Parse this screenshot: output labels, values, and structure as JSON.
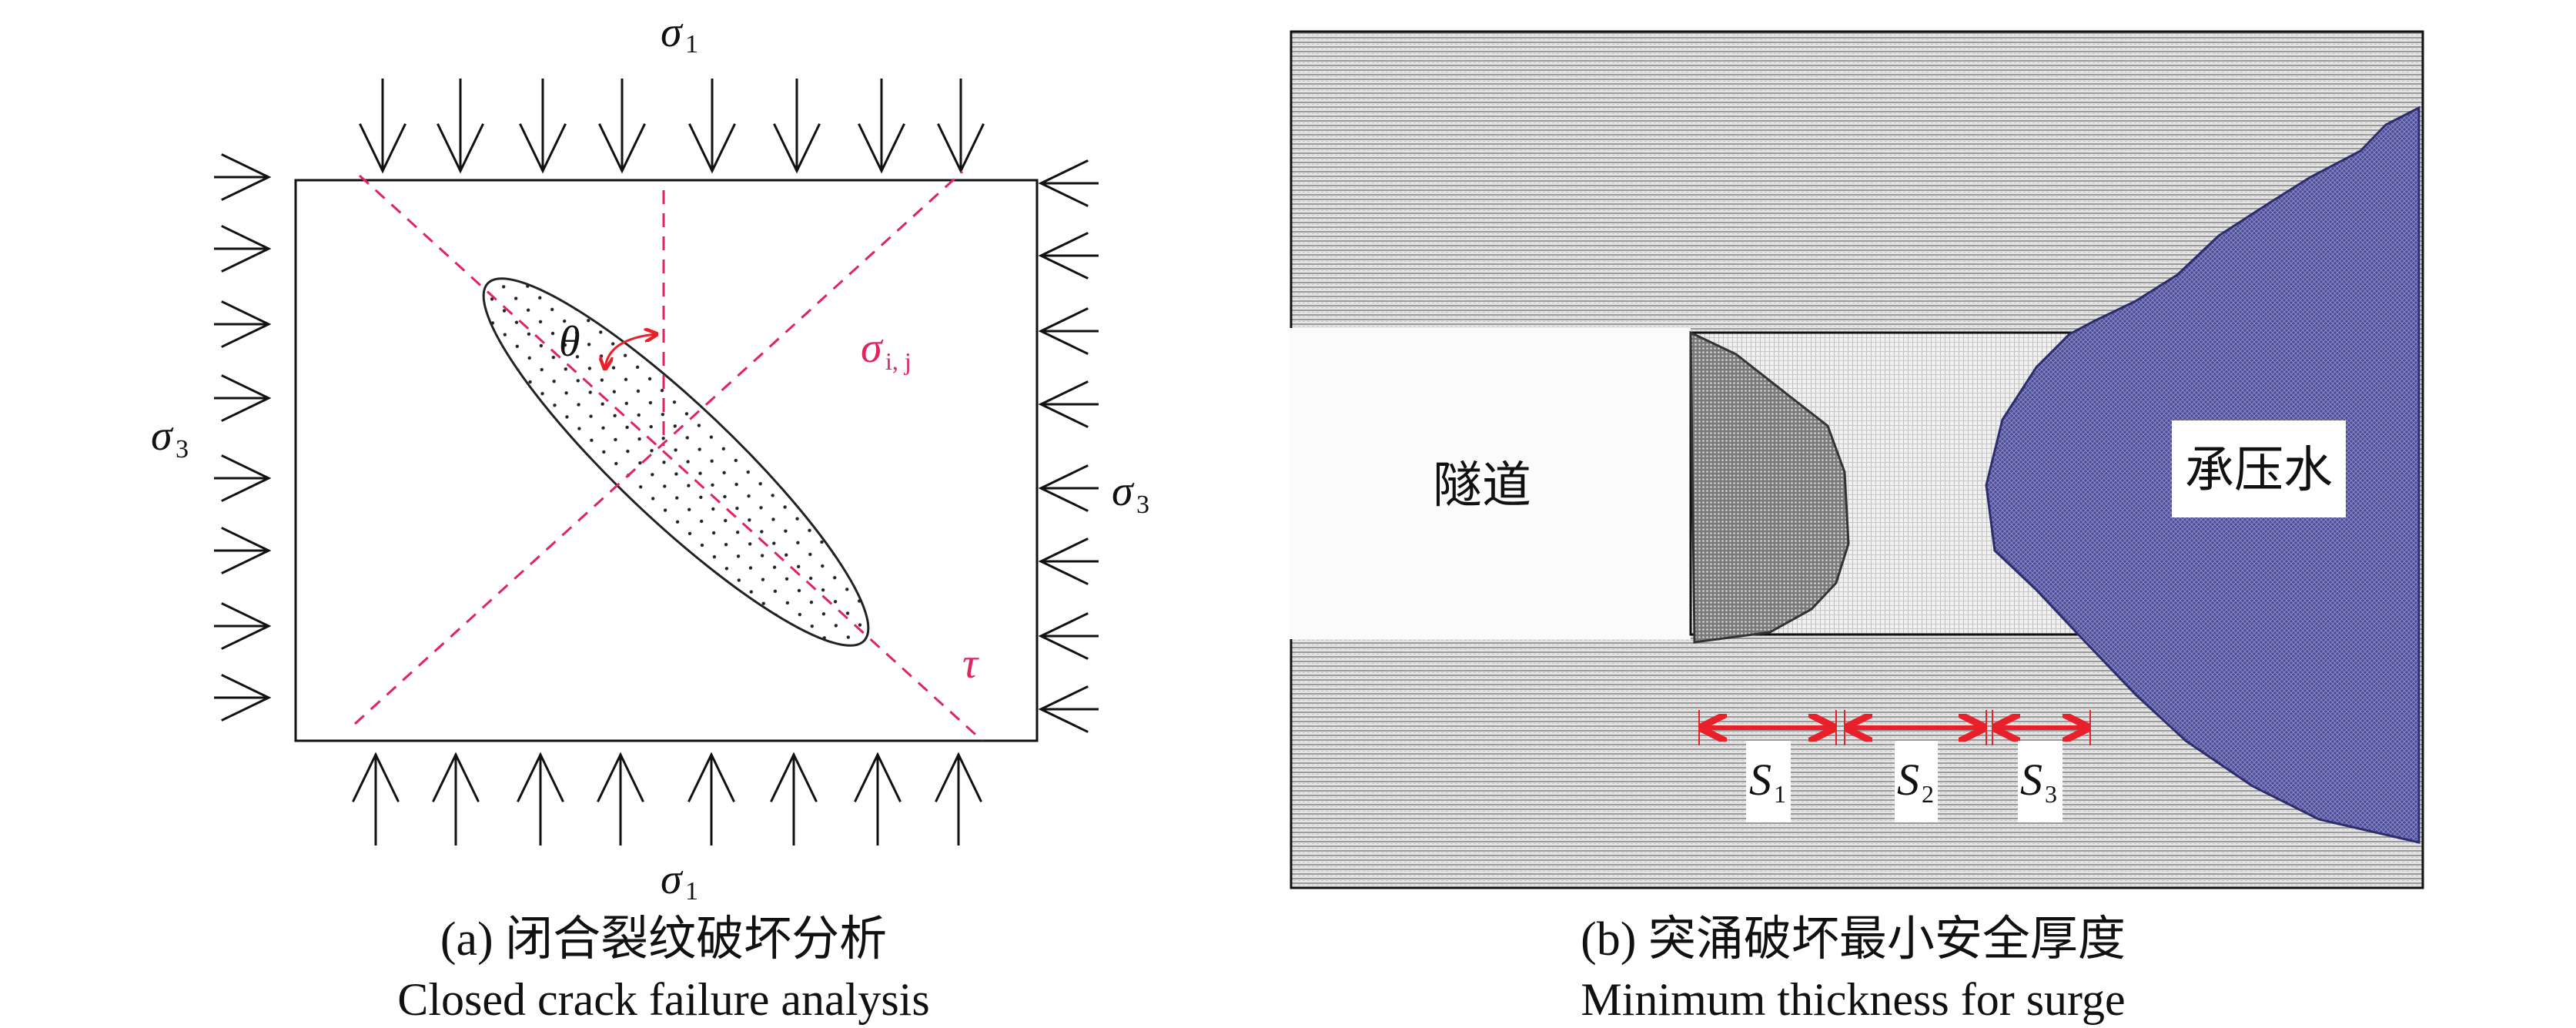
{
  "panel_a": {
    "sigma1_top": "σ",
    "sigma1_top_sub": "1",
    "sigma1_bottom": "σ",
    "sigma1_bottom_sub": "1",
    "sigma3_left": "σ",
    "sigma3_left_sub": "3",
    "sigma3_right": "σ",
    "sigma3_right_sub": "3",
    "sigma_ij": "σ",
    "sigma_ij_sub": "i, j",
    "tau": "τ",
    "theta": "θ",
    "caption_zh": "(a) 闭合裂纹破坏分析",
    "caption_en": "Closed crack failure analysis"
  },
  "panel_b": {
    "tunnel_label": "隧道",
    "water_label": "承压水",
    "s1": "S",
    "s1_sub": "1",
    "s2": "S",
    "s2_sub": "2",
    "s3": "S",
    "s3_sub": "3",
    "caption_zh": "(b) 突涌破坏最小安全厚度",
    "caption_en": "Minimum thickness for surge"
  },
  "colors": {
    "dash": "#e0245e",
    "arrow_red": "#e8202a",
    "water": "#4a4a9a",
    "rock": "#555555"
  }
}
